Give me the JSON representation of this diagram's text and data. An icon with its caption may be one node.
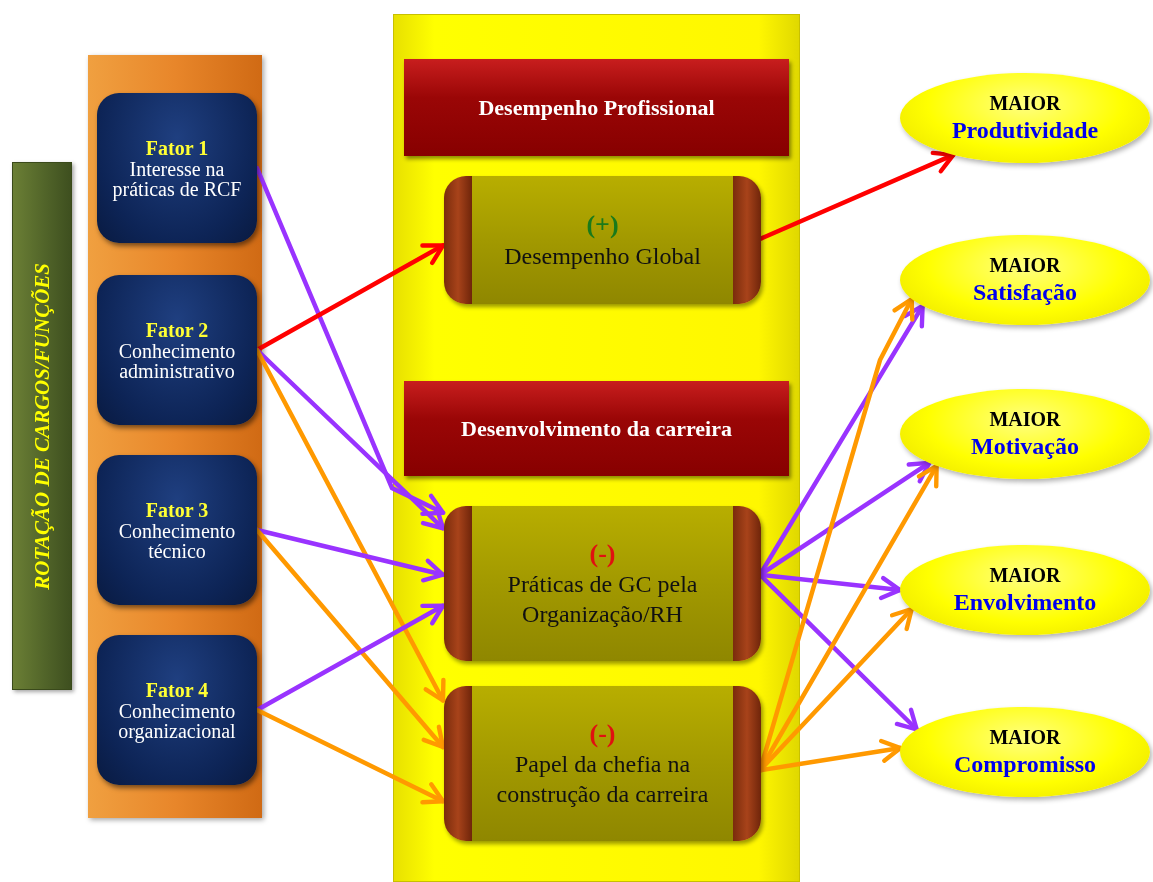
{
  "diagram": {
    "nodes": [
      {
        "text": [
          "ROTAÇÃO DE CARGOS/FUNÇÕES"
        ]
      },
      {
        "text": [],
        "shape": "box"
      },
      {
        "text": [
          "Fator 1",
          "Interesse na práticas de RCF"
        ],
        "in": 1
      },
      {
        "text": [
          "Fator 2",
          "Conhecimento administrativo"
        ],
        "in": 1
      },
      {
        "text": [
          "Fator 3",
          "Conhecimento técnico"
        ],
        "in": 1
      },
      {
        "text": [
          "Fator 4",
          "Conhecimento organizacional"
        ],
        "in": 1
      },
      {
        "text": [],
        "shape": "box"
      },
      {
        "text": [
          "Desempenho Profissional"
        ],
        "in": 6
      },
      {
        "text": [
          "(+)",
          "Desempenho Global"
        ],
        "in": 6
      },
      {
        "text": [
          "Desenvolvimento da carreira"
        ],
        "in": 6
      },
      {
        "text": [
          "(-)",
          "Práticas de GC pela Organização/RH"
        ],
        "in": 6
      },
      {
        "text": [
          "(-)",
          "Papel da chefia na construção da carreira"
        ],
        "in": 6
      },
      {
        "text": [
          "MAIOR",
          "Produtividade"
        ]
      },
      {
        "text": [
          "MAIOR",
          "Satisfação"
        ]
      },
      {
        "text": [
          "MAIOR",
          "Motivação"
        ]
      },
      {
        "text": [
          "MAIOR",
          "Envolvimento"
        ]
      },
      {
        "text": [
          "MAIOR",
          "Compromisso"
        ]
      }
    ],
    "edges": [
      {
        "from": 2,
        "to": 10,
        "arrow": "to"
      },
      {
        "from": 3,
        "to": 8,
        "arrow": "to",
        "color": "#ff0000"
      },
      {
        "from": 3,
        "to": 10,
        "arrow": "to"
      },
      {
        "from": 3,
        "to": 11,
        "arrow": "to",
        "color": "#ff9900"
      },
      {
        "from": 4,
        "to": 10,
        "arrow": "to"
      },
      {
        "from": 4,
        "to": 11,
        "arrow": "to",
        "color": "#ff9900"
      },
      {
        "from": 5,
        "to": 10,
        "arrow": "to"
      },
      {
        "from": 5,
        "to": 11,
        "arrow": "to",
        "color": "#ff9900"
      },
      {
        "from": 8,
        "to": 12,
        "arrow": "to",
        "color": "#ff0000"
      },
      {
        "from": 10,
        "to": 13,
        "arrow": "to"
      },
      {
        "from": 10,
        "to": 14,
        "arrow": "to"
      },
      {
        "from": 10,
        "to": 15,
        "arrow": "to"
      },
      {
        "from": 10,
        "to": 16,
        "arrow": "to"
      },
      {
        "from": 11,
        "to": 13,
        "arrow": "to",
        "color": "#ff9900"
      },
      {
        "from": 11,
        "to": 14,
        "arrow": "to",
        "color": "#ff9900"
      },
      {
        "from": 11,
        "to": 15,
        "arrow": "to",
        "color": "#ff9900"
      },
      {
        "from": 11,
        "to": 16,
        "arrow": "to",
        "color": "#ff9900"
      }
    ]
  }
}
